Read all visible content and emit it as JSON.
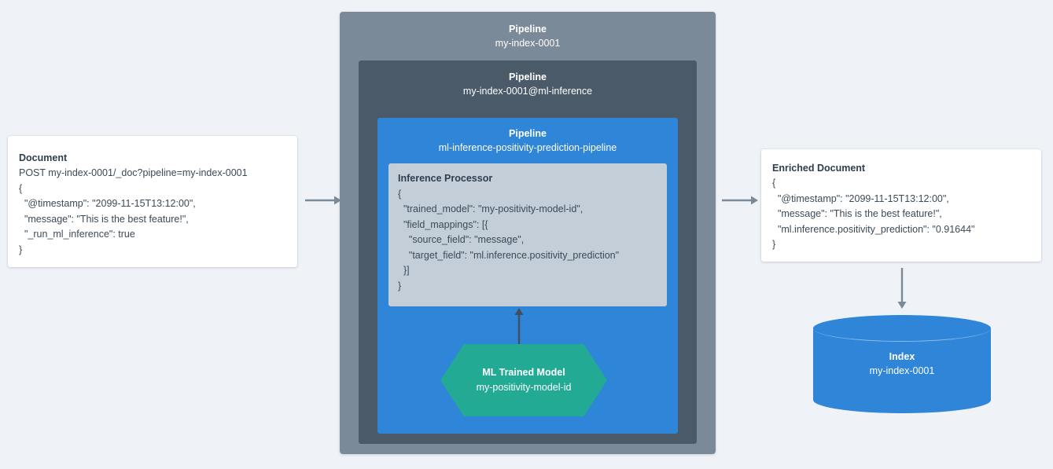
{
  "colors": {
    "background": "#eff2f7",
    "pipeline_outer": "#7b8a99",
    "pipeline_mid": "#4a5a69",
    "pipeline_inner": "#2f85d8",
    "processor_fill": "#c3ced8",
    "model_hexagon": "#22aa94",
    "index_cylinder": "#2f85d8",
    "arrow_gray": "#7b8a99",
    "arrow_dark": "#4a5a69",
    "card_background": "#ffffff",
    "text_dark": "#32404d",
    "text_white": "#ffffff"
  },
  "document": {
    "title": "Document",
    "lines": [
      "POST my-index-0001/_doc?pipeline=my-index-0001",
      "{",
      "  \"@timestamp\": \"2099-11-15T13:12:00\",",
      "  \"message\": \"This is the best feature!\",",
      "  \"_run_ml_inference\": true",
      "}"
    ]
  },
  "pipeline_outer": {
    "label": "Pipeline",
    "name": "my-index-0001"
  },
  "pipeline_mid": {
    "label": "Pipeline",
    "name": "my-index-0001@ml-inference"
  },
  "pipeline_inner": {
    "label": "Pipeline",
    "name": "ml-inference-positivity-prediction-pipeline"
  },
  "processor": {
    "title": "Inference Processor",
    "lines": [
      "{",
      "  \"trained_model\": \"my-positivity-model-id\",",
      "  \"field_mappings\": [{",
      "    \"source_field\": \"message\",",
      "    \"target_field\": \"ml.inference.positivity_prediction\"",
      "  }]",
      "}"
    ]
  },
  "trained_model": {
    "label": "ML Trained Model",
    "name": "my-positivity-model-id"
  },
  "enriched_document": {
    "title": "Enriched Document",
    "lines": [
      "{",
      "  \"@timestamp\": \"2099-11-15T13:12:00\",",
      "  \"message\": \"This is the best feature!\",",
      "  \"ml.inference.positivity_prediction\": \"0.91644\"",
      "}"
    ]
  },
  "index": {
    "label": "Index",
    "name": "my-index-0001"
  },
  "arrows": {
    "document_to_pipeline": "arrow-right",
    "pipeline_to_enriched": "arrow-right",
    "model_to_processor": "arrow-up",
    "enriched_to_index": "arrow-down"
  }
}
